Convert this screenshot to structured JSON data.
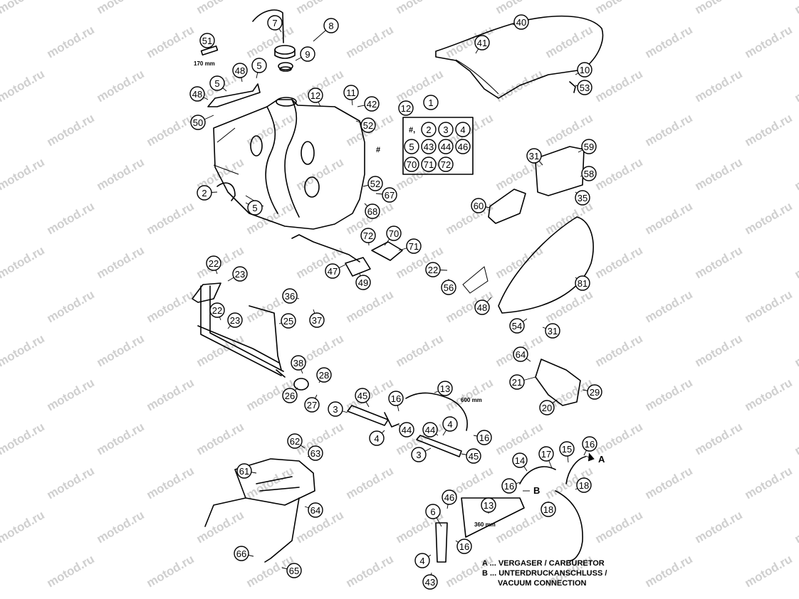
{
  "watermark": "motod.ru",
  "notes": {
    "hose_170": "170 mm",
    "hose_600": "600 mm",
    "hose_360": "360 mm"
  },
  "set_box": {
    "hash": "#,",
    "items": [
      "2",
      "3",
      "4",
      "5",
      "43",
      "44",
      "46",
      "70",
      "71",
      "72"
    ]
  },
  "tank_mark": "#",
  "letters": {
    "a": "A",
    "b": "B"
  },
  "legend": {
    "line_a": "A ... VERGASER / CARBURETOR",
    "line_b": "B ... UNTERDRUCKANSCHLUSS /",
    "line_c": "VACUUM CONNECTION"
  },
  "callouts": [
    "51",
    "7",
    "8",
    "9",
    "5",
    "48",
    "5",
    "48",
    "50",
    "12",
    "11",
    "42",
    "52",
    "52",
    "67",
    "68",
    "2",
    "5",
    "12",
    "1",
    "40",
    "41",
    "10",
    "53",
    "31",
    "59",
    "58",
    "35",
    "60",
    "81",
    "72",
    "70",
    "71",
    "47",
    "49",
    "22",
    "23",
    "36",
    "37",
    "22",
    "23",
    "25",
    "22",
    "56",
    "48",
    "54",
    "31",
    "64",
    "21",
    "29",
    "20",
    "38",
    "28",
    "26",
    "27",
    "45",
    "3",
    "16",
    "13",
    "44",
    "4",
    "44",
    "4",
    "16",
    "3",
    "45",
    "62",
    "63",
    "61",
    "64",
    "66",
    "65",
    "14",
    "17",
    "15",
    "16",
    "16",
    "18",
    "18",
    "46",
    "6",
    "13",
    "16",
    "4",
    "43"
  ]
}
